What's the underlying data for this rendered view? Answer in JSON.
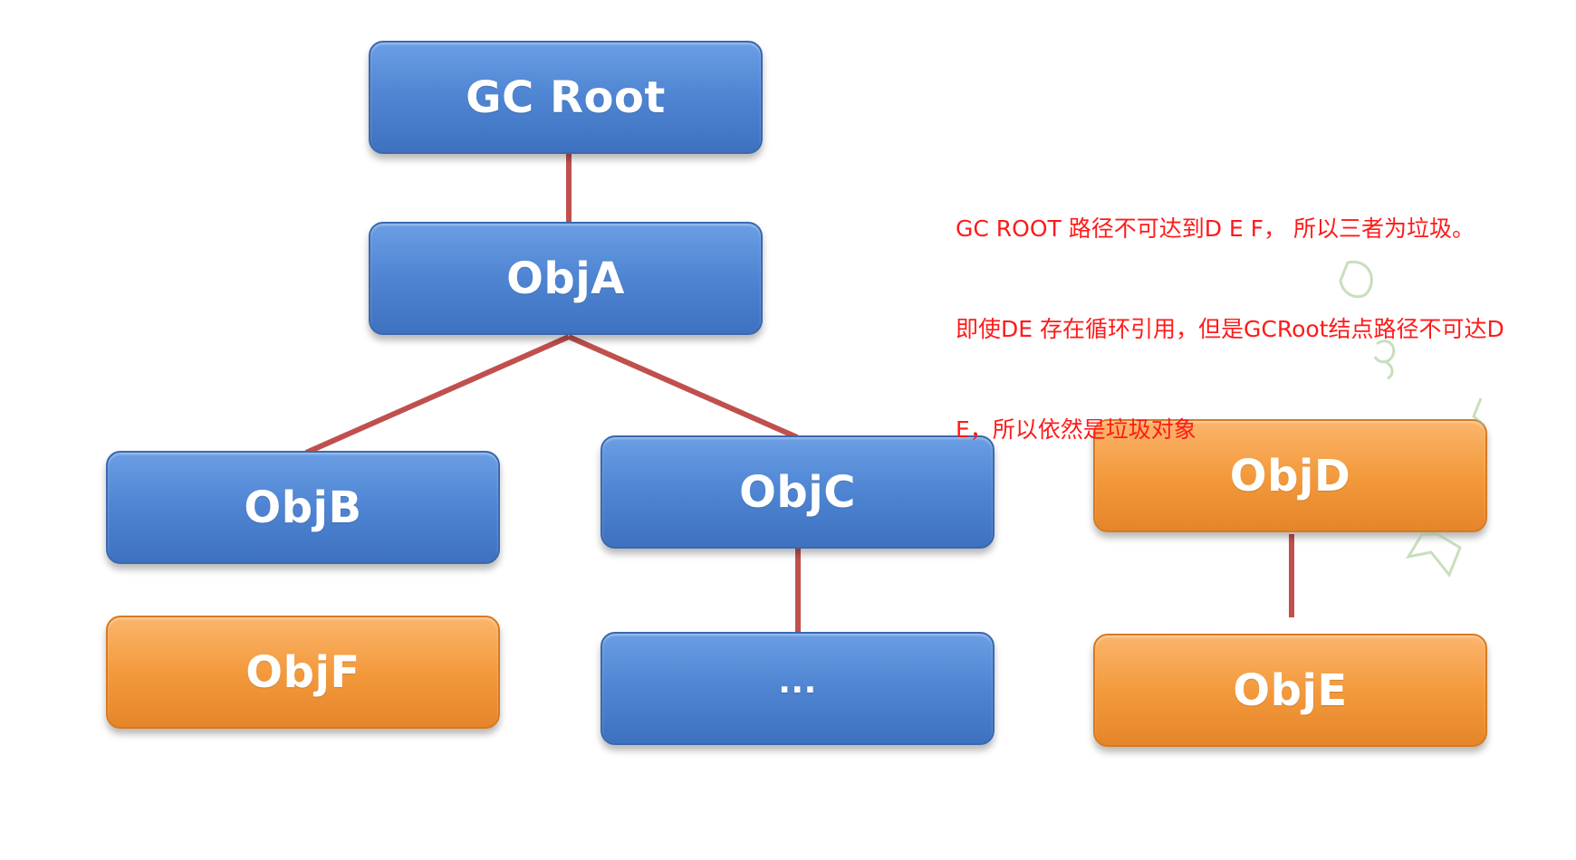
{
  "nodes": {
    "gc_root": "GC Root",
    "obj_a": "ObjA",
    "obj_b": "ObjB",
    "obj_c": "ObjC",
    "obj_d": "ObjD",
    "obj_e": "ObjE",
    "obj_f": "ObjF",
    "ellipsis": "..."
  },
  "annotation": {
    "line1": "GC ROOT 路径不可达到D E F， 所以三者为垃圾。",
    "line2": "即使DE 存在循环引用，但是GCRoot结点路径不可达D",
    "line3": "E，所以依然是垃圾对象"
  },
  "colors": {
    "live_node": "#4f85d3",
    "garbage_node": "#f39a3c",
    "edge": "#c0504d",
    "annotation_text": "#ff1a1a"
  }
}
